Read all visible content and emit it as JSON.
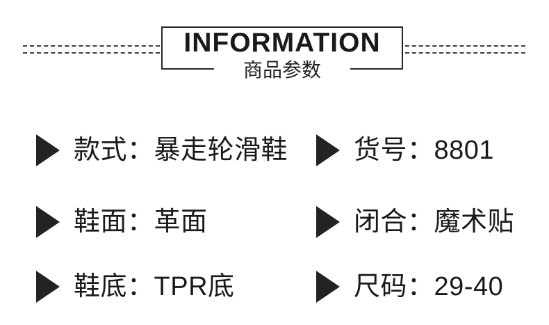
{
  "header": {
    "title": "INFORMATION",
    "subtitle": "商品参数"
  },
  "specs": {
    "items": [
      {
        "label": "款式：",
        "value": "暴走轮滑鞋"
      },
      {
        "label": "货号：",
        "value": "8801"
      },
      {
        "label": "鞋面：",
        "value": "革面"
      },
      {
        "label": "闭合：",
        "value": "魔术贴"
      },
      {
        "label": "鞋底：",
        "value": "TPR底"
      },
      {
        "label": "尺码：",
        "value": "29-40"
      }
    ]
  },
  "colors": {
    "text": "#1a1a1a",
    "border": "#262626",
    "dashed_line": "#3d3d3d",
    "bullet": "#232323",
    "background": "#ffffff"
  }
}
